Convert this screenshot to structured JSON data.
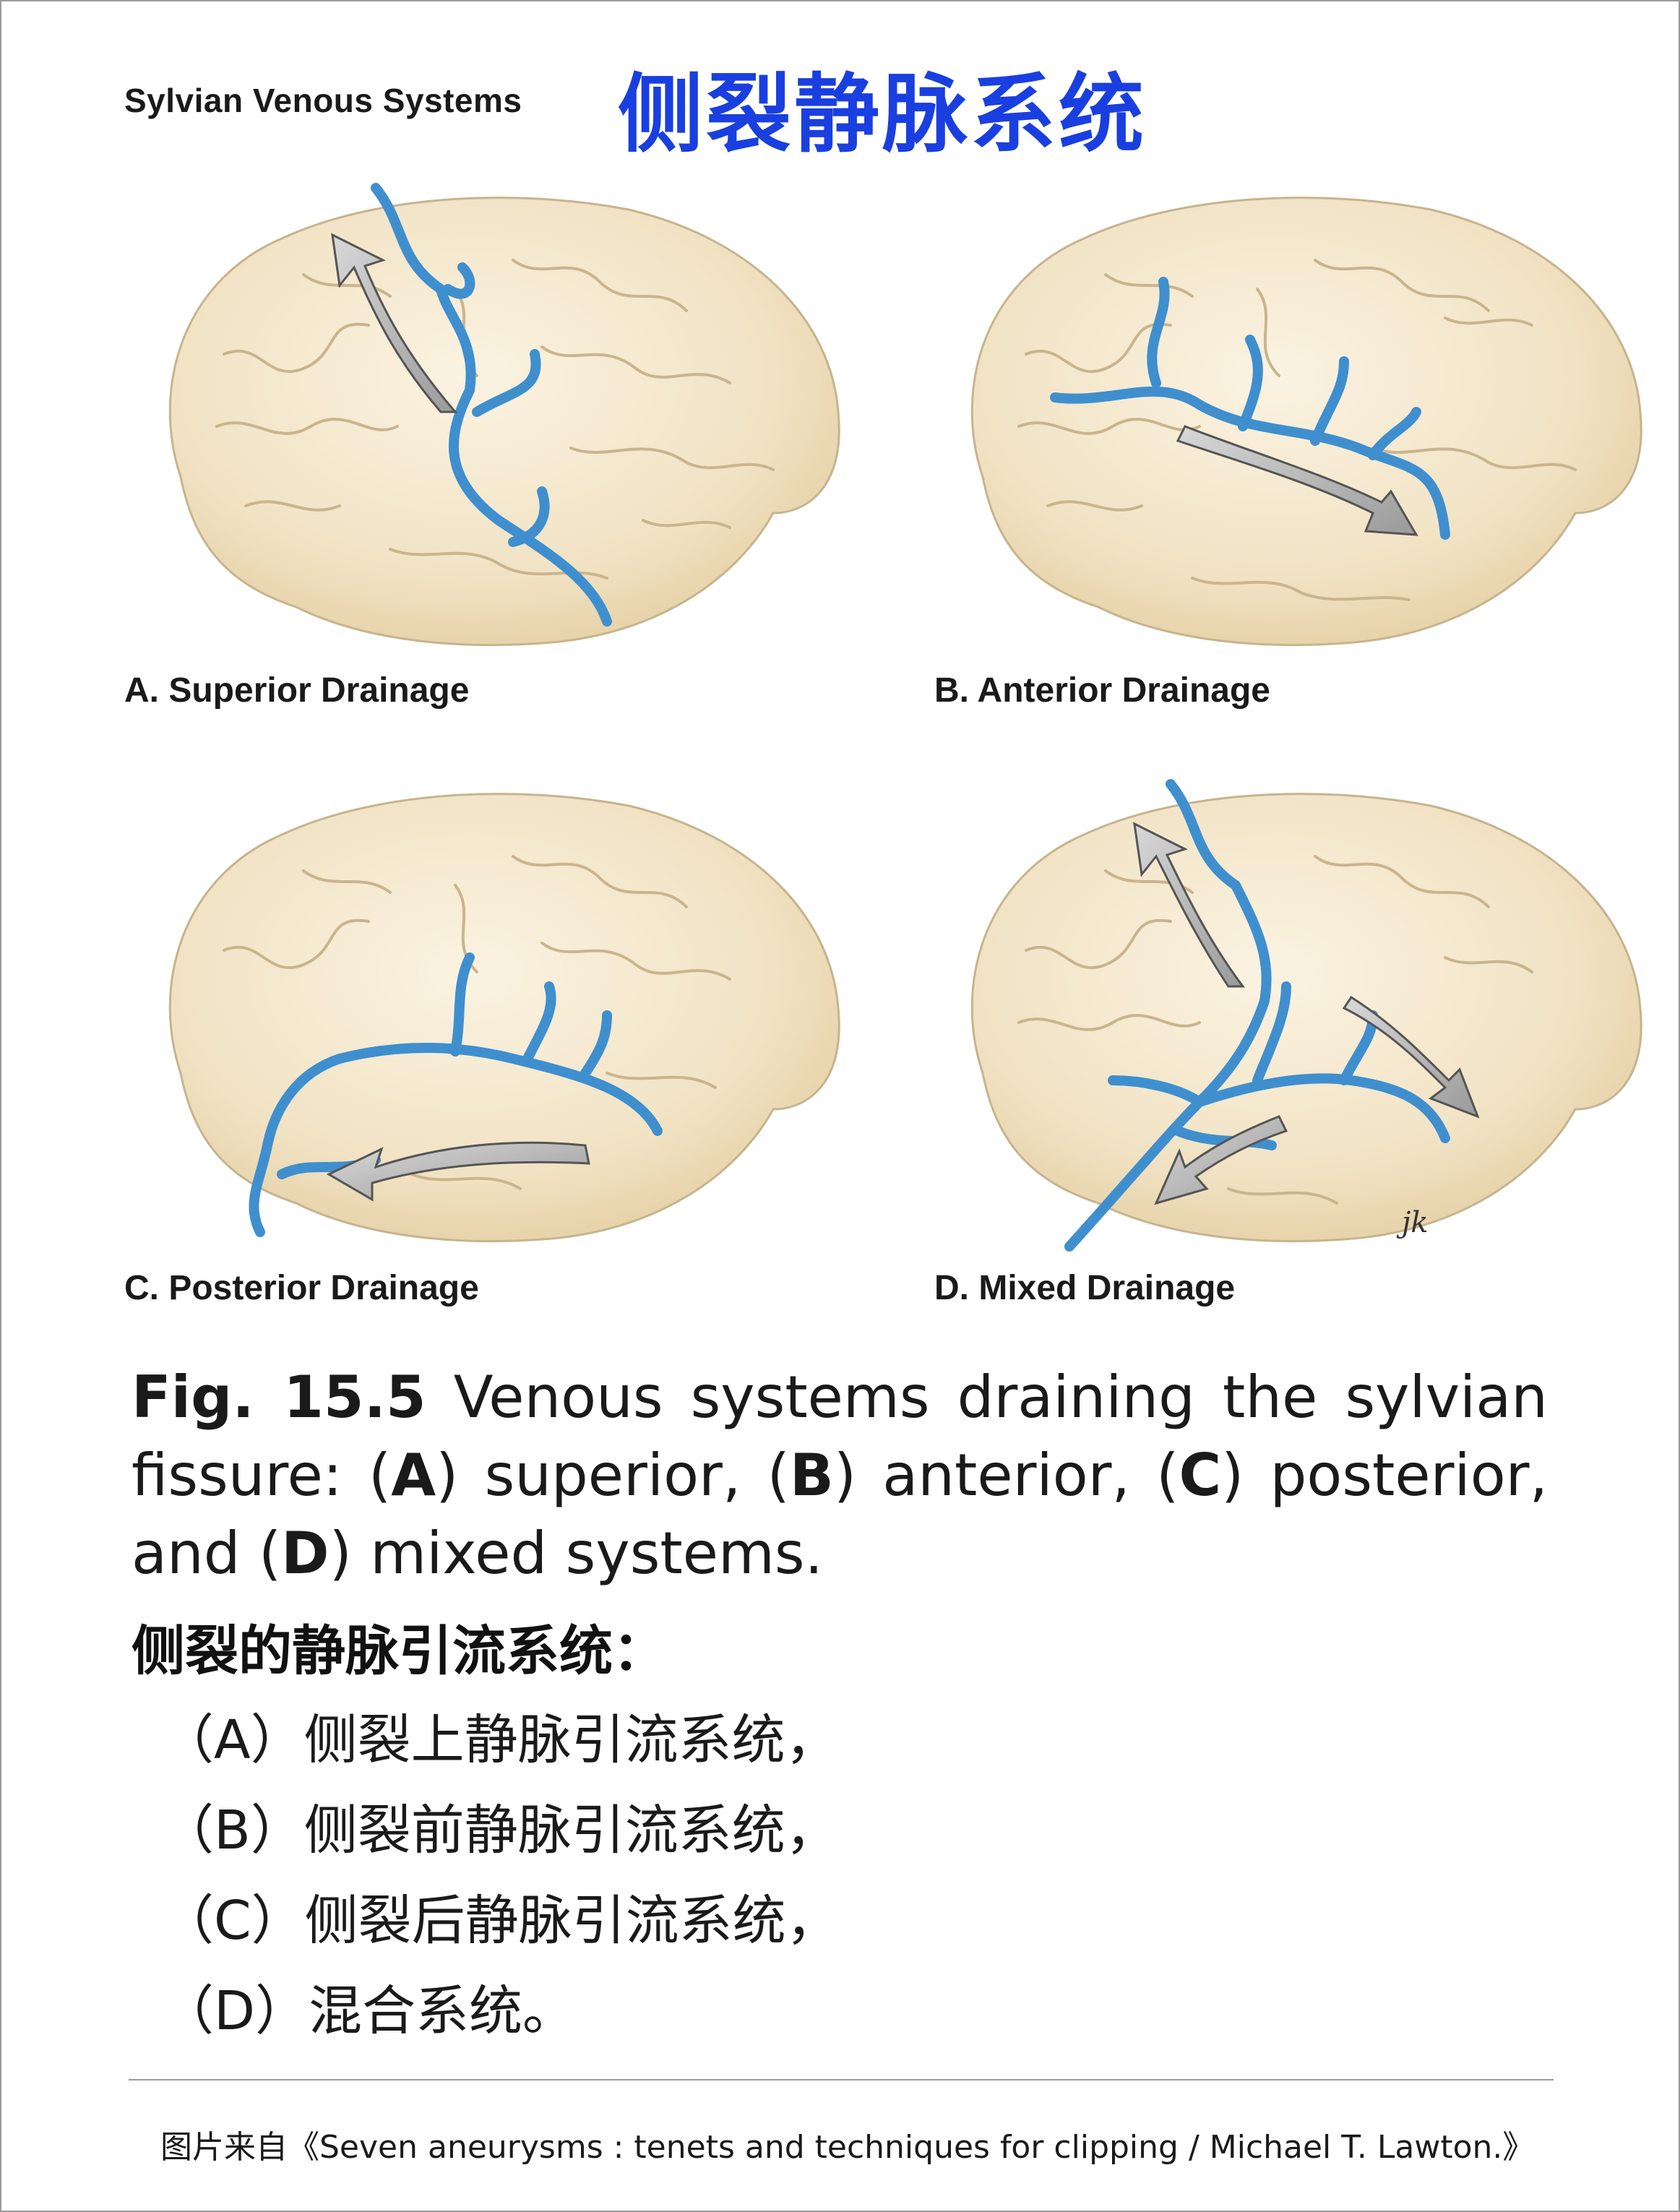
{
  "figure": {
    "title_en": "Sylvian Venous Systems",
    "title_zh": "侧裂静脉系统",
    "panels": [
      {
        "label": "A. Superior Drainage"
      },
      {
        "label": "B. Anterior Drainage"
      },
      {
        "label": "C. Posterior Drainage"
      },
      {
        "label": "D. Mixed Drainage"
      }
    ],
    "illustrator_mark": "jk",
    "colors": {
      "vein": "#4a97d2",
      "brain": "#f1e2c3",
      "arrow": "#a9a9a9",
      "title_zh": "#1a3fe0"
    }
  },
  "caption": {
    "fig_num": "Fig. 15.5",
    "text_1": " Venous systems draining the sylvian fissure: (",
    "a": "A",
    "text_2": ") superior, (",
    "b": "B",
    "text_3": ") anterior, (",
    "c": "C",
    "text_4": ") posterior, and (",
    "d": "D",
    "text_5": ") mixed systems."
  },
  "translation": {
    "heading": "侧裂的静脉引流系统：",
    "items": [
      "（A）侧裂上静脉引流系统，",
      "（B）侧裂前静脉引流系统，",
      "（C）侧裂后静脉引流系统，",
      "（D）混合系统。"
    ]
  },
  "source": "图片来自《Seven aneurysms : tenets and techniques for clipping / Michael T. Lawton.》"
}
